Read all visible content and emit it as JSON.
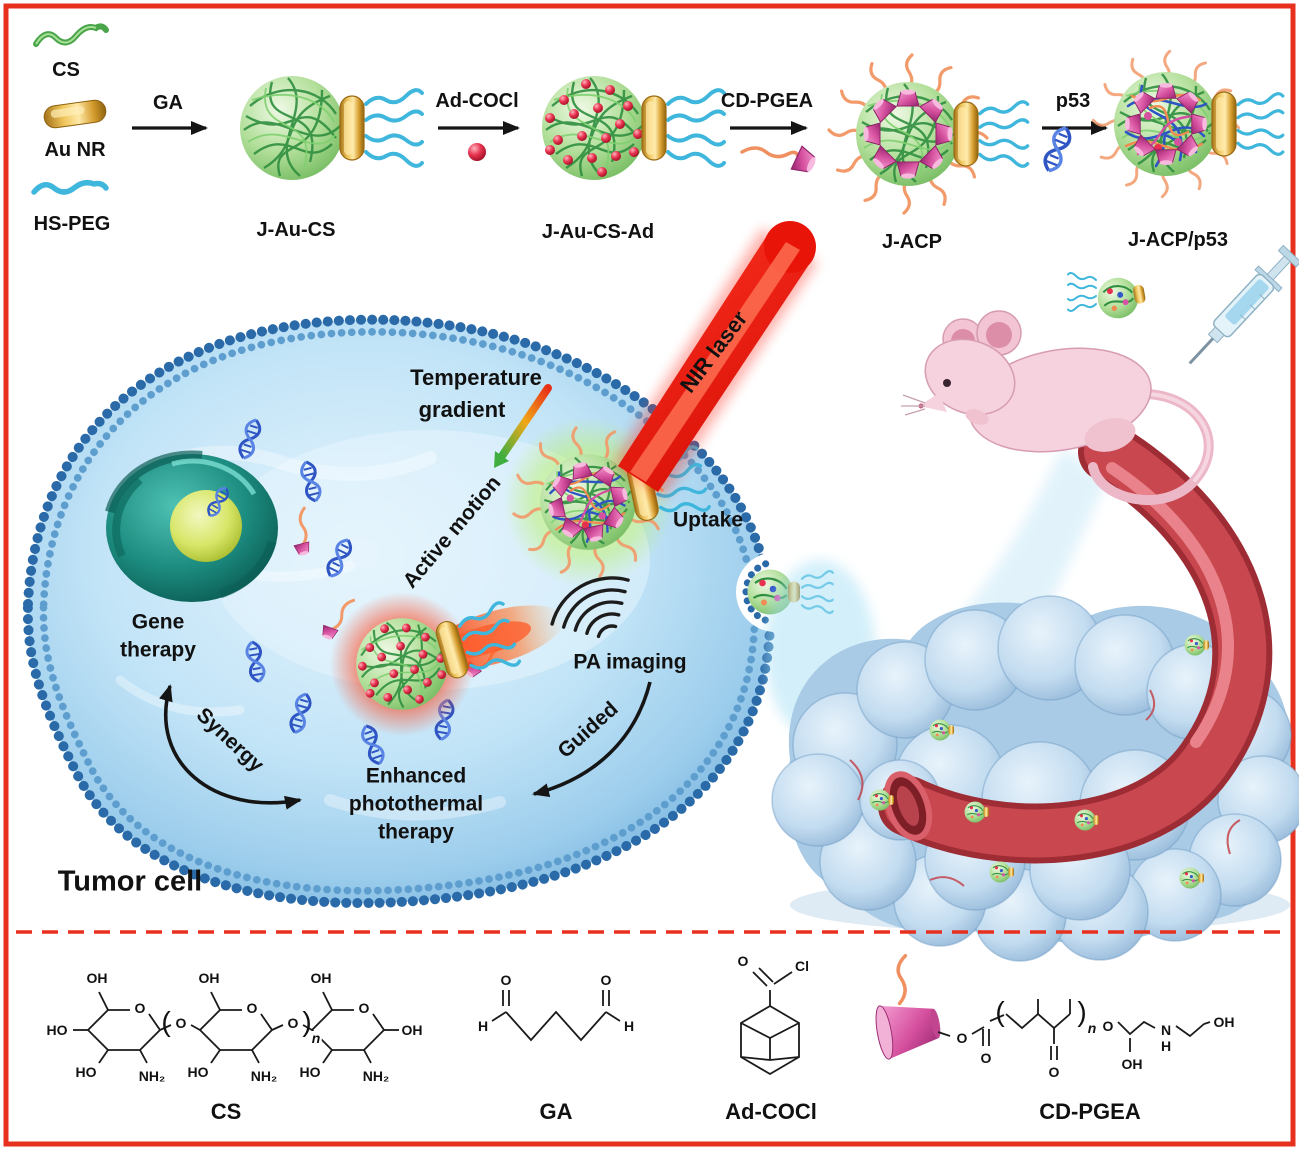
{
  "colors": {
    "border_red": "#e8301f",
    "laser_red": "#e81408",
    "gold": "#d9a62e",
    "chitosan_green": "#4aa54a",
    "peg_blue": "#3fb6dc",
    "cell_blue": "#bfe0f5",
    "vessel_red": "#c9474f",
    "cd_pink": "#d6519f",
    "pgea_orange": "#f09060",
    "dna_blue": "#3358c8"
  },
  "scheme": {
    "legend": {
      "cs": "CS",
      "au_nr": "Au NR",
      "hs_peg": "HS-PEG"
    },
    "steps": {
      "ga": "GA",
      "ad_cocl": "Ad-COCl",
      "cd_pgea": "CD-PGEA",
      "p53": "p53"
    },
    "products": {
      "j_au_cs": "J-Au-CS",
      "j_au_cs_ad": "J-Au-CS-Ad",
      "j_acp": "J-ACP",
      "j_acp_p53": "J-ACP/p53"
    }
  },
  "cell": {
    "temperature": [
      "Temperature",
      "gradient"
    ],
    "nir_laser": "NIR laser",
    "active_motion": "Active motion",
    "uptake": "Uptake",
    "gene_therapy": [
      "Gene",
      "therapy"
    ],
    "pa_imaging": "PA imaging",
    "synergy": "Synergy",
    "guided": "Guided",
    "ptt": [
      "Enhanced",
      "photothermal",
      "therapy"
    ],
    "tumor_cell": "Tumor cell"
  },
  "chem": {
    "cs": {
      "name": "CS",
      "oh_top": [
        "OH",
        "OH",
        "OH"
      ],
      "ho_left": "HO",
      "ring_o": [
        "O",
        "O",
        "O"
      ],
      "bridge_o": [
        "O",
        "O"
      ],
      "ho_bottom": [
        "HO",
        "HO",
        "HO"
      ],
      "nh2": [
        "NH₂",
        "NH₂",
        "NH₂"
      ],
      "paren_open": "(",
      "paren_close": ")",
      "n_sub": "n",
      "oh_end": "OH"
    },
    "ga": {
      "name": "GA",
      "o": [
        "O",
        "O"
      ],
      "h": [
        "H",
        "H"
      ]
    },
    "ad": {
      "name": "Ad-COCl",
      "o": "O",
      "cl": "Cl"
    },
    "pgea": {
      "name": "CD-PGEA",
      "o_link": "O",
      "o_carbonyl": [
        "O",
        "O"
      ],
      "paren_open": "(",
      "paren_close": ")",
      "n_sub": "n",
      "o_chain": "O",
      "oh_mid": "OH",
      "n_amine": "N",
      "h_amine": "H",
      "oh_end": "OH"
    }
  }
}
